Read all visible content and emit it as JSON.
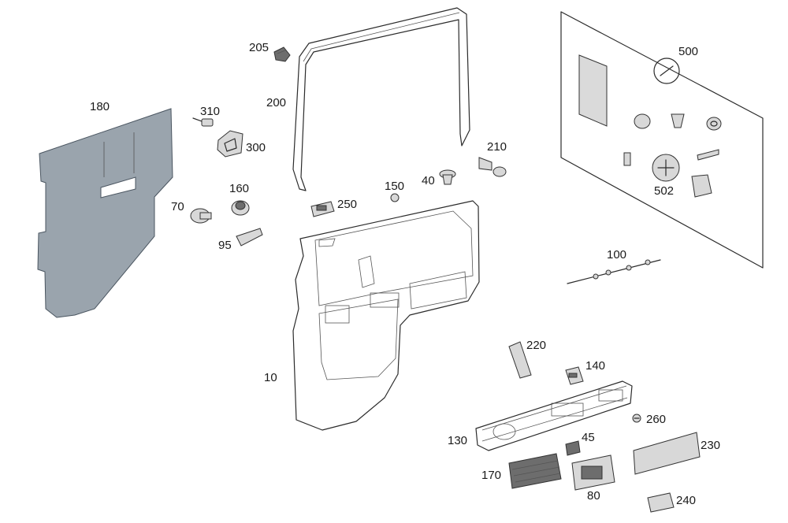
{
  "labels": {
    "p180": "180",
    "p310": "310",
    "p300": "300",
    "p205": "205",
    "p200": "200",
    "p160": "160",
    "p70": "70",
    "p95": "95",
    "p250": "250",
    "p150": "150",
    "p40": "40",
    "p210": "210",
    "p500": "500",
    "p502": "502",
    "p100": "100",
    "p10": "10",
    "p220": "220",
    "p140": "140",
    "p260": "260",
    "p130": "130",
    "p45": "45",
    "p230": "230",
    "p170": "170",
    "p80": "80",
    "p240": "240"
  },
  "colors": {
    "insulation_mat": "#9aa4ad",
    "line": "#2b2b2b",
    "background": "#ffffff"
  }
}
